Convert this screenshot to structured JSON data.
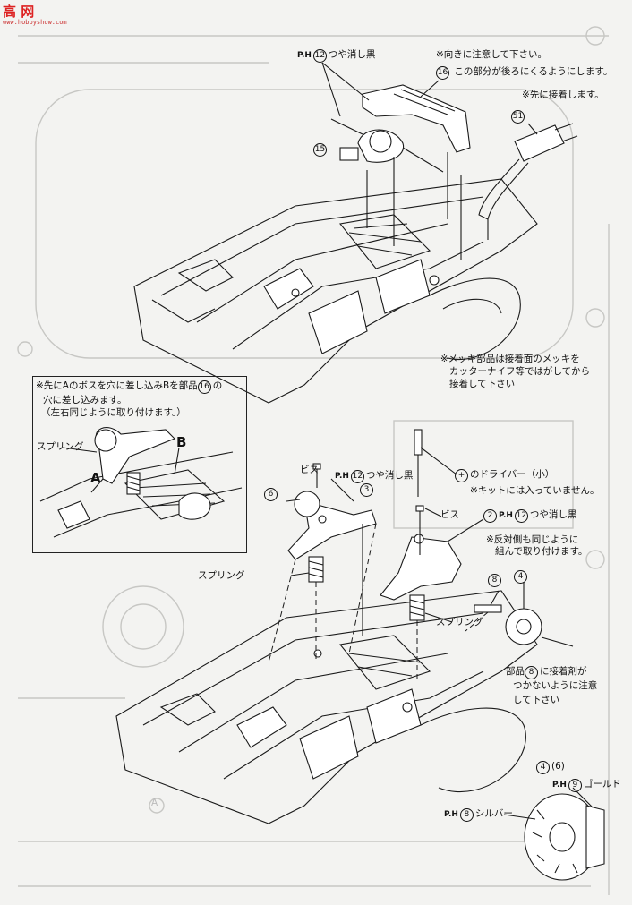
{
  "watermark": {
    "brand": "高 网",
    "url": "www.hobbyshow.com"
  },
  "step1": {
    "part16_note": "※向きに注意して下さい。",
    "part16_num": "16",
    "part16_desc": "この部分が後ろにくるようにします。",
    "paint_code": "P.H",
    "paint_num": "12",
    "paint_label": "つや消し黒",
    "part15_num": "15",
    "part51_note": "※先に接着します。",
    "part51_num": "51",
    "chrome_note_1": "※メッキ部品は接着面のメッキを",
    "chrome_note_2": "カッターナイフ等ではがしてから",
    "chrome_note_3": "接着して下さい"
  },
  "inset": {
    "note_1_pre": "※先にAのボスを穴に差し込みBを部品",
    "note_1_num": "16",
    "note_1_post": "の",
    "note_2": "穴に差し込みます。",
    "note_3": "（左右同じように取り付けます。）",
    "spring_label": "スプリング",
    "label_a": "A",
    "label_b": "B"
  },
  "step2": {
    "screw_label_1": "ビス",
    "screw_label_2": "ビス",
    "paint_code": "P.H",
    "paint_num_1": "12",
    "paint_label_1": "つや消し黒",
    "part3_num": "3",
    "part6_num": "6",
    "screwdriver_sym": "+",
    "screwdriver_label": "のドライバー（小）",
    "screwdriver_note": "※キットには入っていません。",
    "part2_num": "2",
    "paint_num_2": "12",
    "paint_label_2": "つや消し黒",
    "opposite_note_1": "※反対側も同じように",
    "opposite_note_2": "組んで取り付けます。",
    "spring_label_1": "スプリング",
    "spring_label_2": "スプリング",
    "part4_num": "4",
    "part8_num": "8",
    "glue_note_1_pre": "部品",
    "glue_note_1_num": "8",
    "glue_note_1_post": "に接着剤が",
    "glue_note_2": "つかないように注意",
    "glue_note_3": "して下さい"
  },
  "disc": {
    "part_4": "4",
    "part_6": "(6)",
    "paint_code": "P.H",
    "gold_num": "9",
    "gold_label": "ゴールド",
    "silver_num": "8",
    "silver_label": "シルバー"
  },
  "ghost_letter": "A"
}
